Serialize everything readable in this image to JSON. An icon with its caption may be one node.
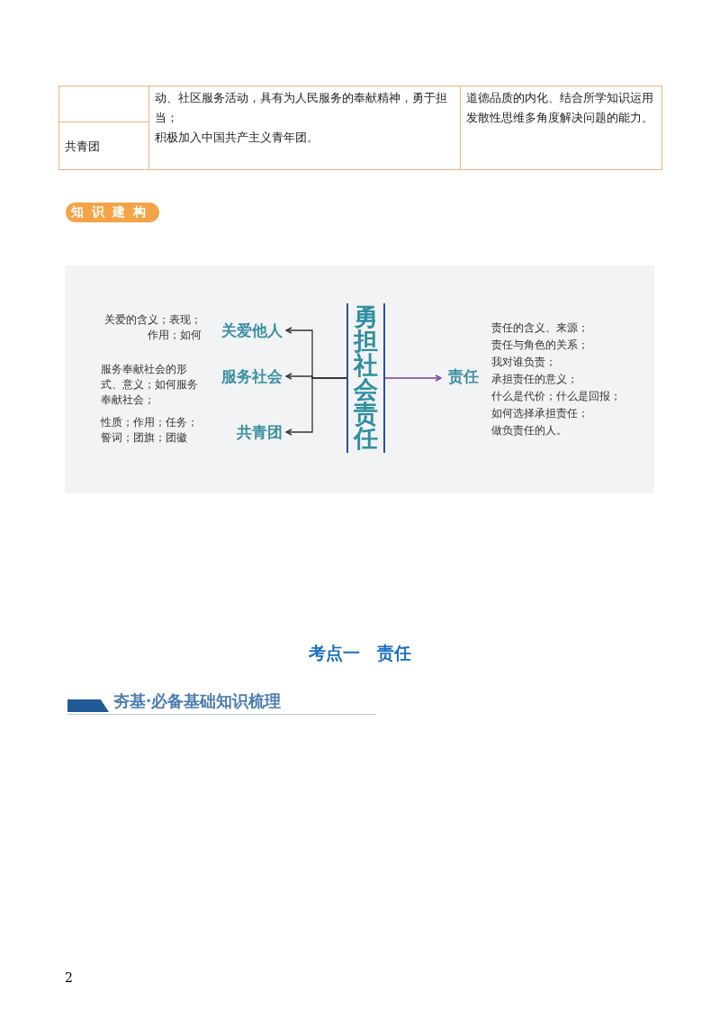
{
  "diagram": {
    "nodes": [
      {
        "text": [
          "勇担社会责任"
        ]
      },
      {
        "text": [
          "关爱他人"
        ],
        "beside": [
          "关爱的含义；表现；作用；如何"
        ]
      },
      {
        "text": [
          "服务社会"
        ],
        "beside": [
          "服务奉献社会的形式、意义；如何服务奉献社会；"
        ]
      },
      {
        "text": [
          "共青团"
        ],
        "beside": [
          "性质；作用；任务；誓词；团旗；团徽"
        ]
      },
      {
        "text": [
          "责任"
        ],
        "beside": [
          "责任的含义、来源；",
          "责任与角色的关系；",
          "我对谁负责；",
          "承担责任的意义；",
          "什么是代价；什么是回报；",
          "如何选择承担责任；",
          "做负责任的人。"
        ]
      }
    ],
    "edges": [
      {
        "from": 0,
        "to": 1,
        "arrow": "to"
      },
      {
        "from": 0,
        "to": 2,
        "arrow": "to"
      },
      {
        "from": 0,
        "to": 3,
        "arrow": "to"
      },
      {
        "from": 0,
        "to": 4,
        "arrow": "to",
        "color": "#7b3fa5"
      }
    ],
    "labels": [
      "动、社区服务活动，具有为人民服务的奉献精神，勇于担当；",
      "道德品质的内化、结合所学知识运用发散性思维多角度解决问题的能力。",
      "共青团",
      "积极加入中国共产主义青年团。",
      "知识建构",
      "考点一　责任",
      "夯基·必备基础知识梳理",
      "2"
    ]
  }
}
